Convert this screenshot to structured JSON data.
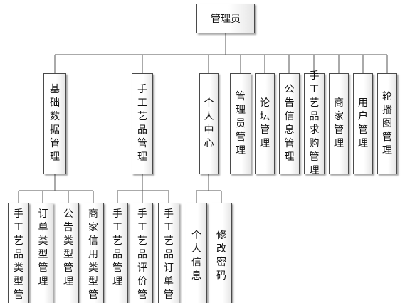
{
  "root": "管理员",
  "modules": [
    {
      "label": "基础数据管理",
      "children": [
        "手工艺品类型管理",
        "订单类型管理",
        "公告类型管理",
        "商家信用类型管理"
      ]
    },
    {
      "label": "手工艺品管理",
      "children": [
        "手工艺品管理",
        "手工艺品评价管理",
        "手工艺品订单管理"
      ]
    },
    {
      "label": "个人中心",
      "children": [
        "个人信息",
        "修改密码"
      ]
    },
    {
      "label": "管理员管理",
      "children": []
    },
    {
      "label": "论坛管理",
      "children": []
    },
    {
      "label": "公告信息管理",
      "children": []
    },
    {
      "label": "手工艺品求购管理",
      "children": []
    },
    {
      "label": "商家管理",
      "children": []
    },
    {
      "label": "用户管理",
      "children": []
    },
    {
      "label": "轮播图管理",
      "children": []
    }
  ]
}
